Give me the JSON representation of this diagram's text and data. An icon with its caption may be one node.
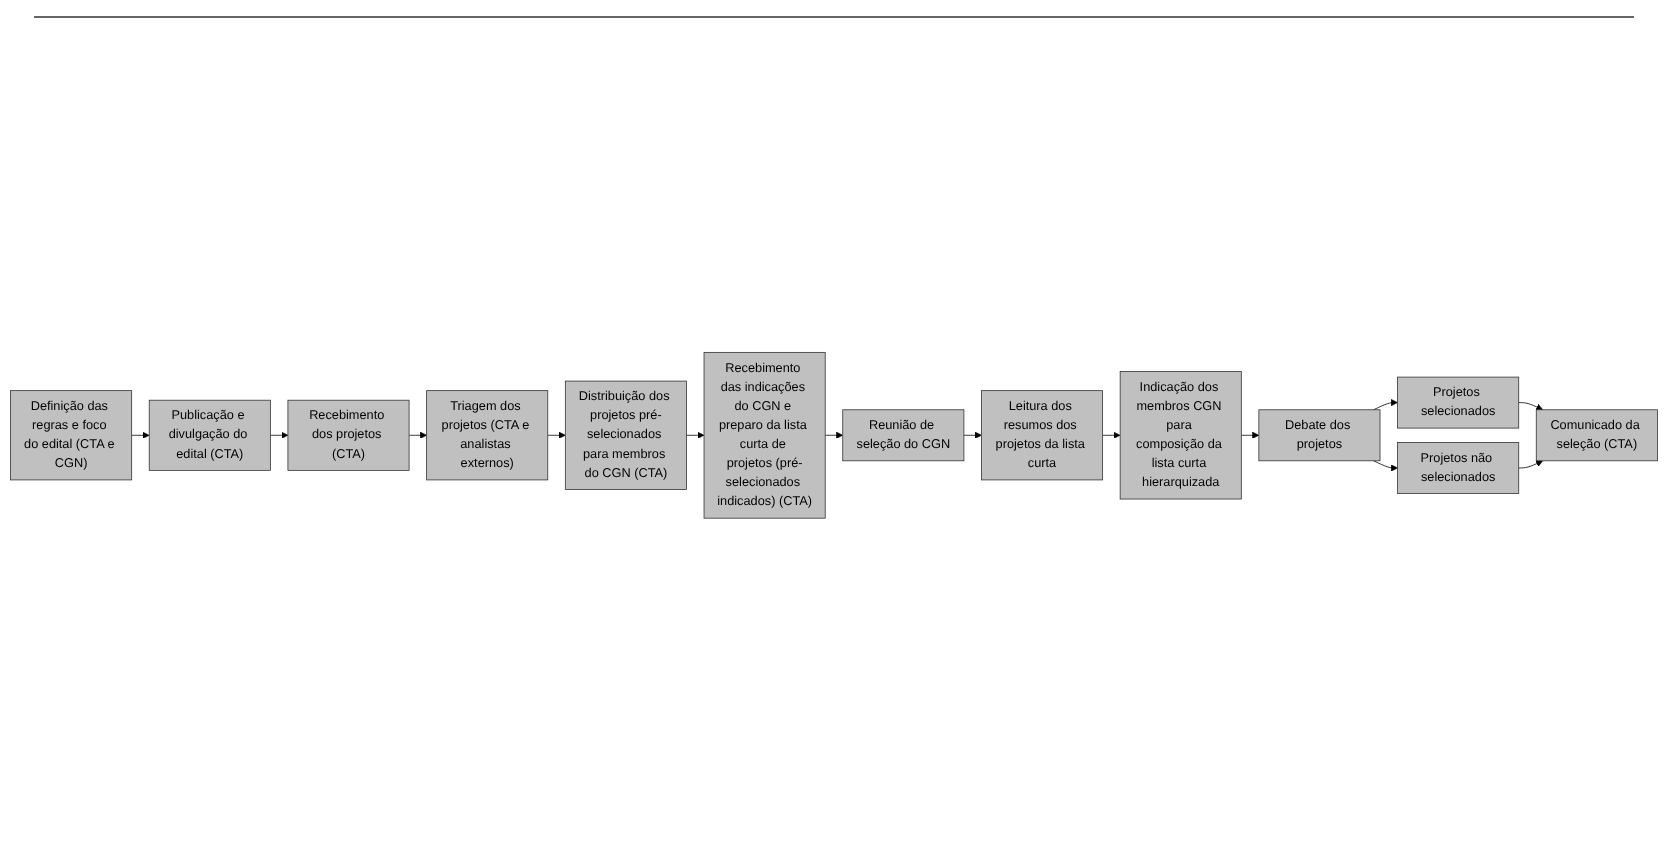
{
  "diagram": {
    "nodes": [
      {
        "text": [
          "Definição das regras e foco do edital (CTA e CGN)"
        ]
      },
      {
        "text": [
          "Publicação e divulgação do edital (CTA)"
        ]
      },
      {
        "text": [
          "Recebimento dos projetos (CTA)"
        ]
      },
      {
        "text": [
          "Triagem dos projetos (CTA e analistas externos)"
        ]
      },
      {
        "text": [
          "Distribuição dos projetos pré-selecionados para membros do CGN (CTA)"
        ]
      },
      {
        "text": [
          "Indicação dos membros CGN para composição da lista curta hierarquizada"
        ]
      },
      {
        "text": [
          "Leitura dos resumos dos projetos da lista curta"
        ]
      },
      {
        "text": [
          "Reunião de seleção do CGN"
        ]
      },
      {
        "text": [
          "Recebimento das indicações do CGN e preparo da lista curta de projetos (pré-selecionados indicados) (CTA)"
        ]
      },
      {
        "text": [
          "Debate dos projetos"
        ]
      },
      {
        "text": [
          "Projetos selecionados"
        ]
      },
      {
        "text": [
          "Projetos não selecionados"
        ]
      },
      {
        "text": [
          "Comunicado da seleção (CTA)"
        ]
      }
    ],
    "edges": [
      {
        "from": 0,
        "to": 1,
        "arrow": "to"
      },
      {
        "from": 1,
        "to": 2,
        "arrow": "to"
      },
      {
        "from": 2,
        "to": 3,
        "arrow": "to"
      },
      {
        "from": 3,
        "to": 4,
        "arrow": "to"
      },
      {
        "from": 4,
        "to": 8,
        "arrow": "to"
      },
      {
        "from": 8,
        "to": 7,
        "arrow": "to"
      },
      {
        "from": 7,
        "to": 6,
        "arrow": "to"
      },
      {
        "from": 6,
        "to": 5,
        "arrow": "to"
      },
      {
        "from": 5,
        "to": 9,
        "arrow": "to"
      },
      {
        "from": 9,
        "to": 10,
        "arrow": "to"
      },
      {
        "from": 9,
        "to": 11,
        "arrow": "to"
      },
      {
        "from": 10,
        "to": 12,
        "arrow": "to"
      },
      {
        "from": 11,
        "to": 12,
        "arrow": "to"
      }
    ]
  }
}
